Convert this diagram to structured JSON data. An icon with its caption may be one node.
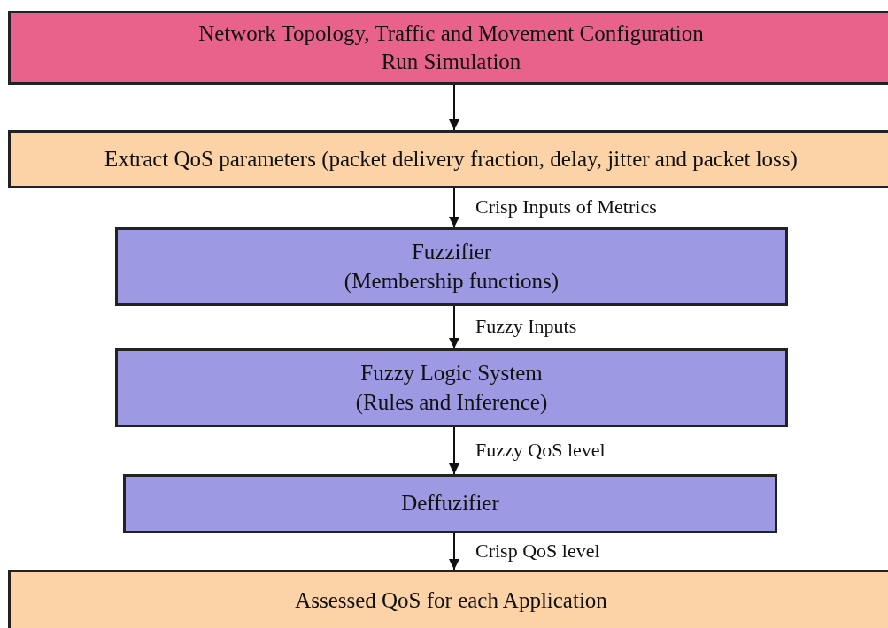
{
  "diagram": {
    "nodes": [
      {
        "text": [
          "Network Topology, Traffic and Movement Configuration",
          "Run Simulation"
        ]
      },
      {
        "text": [
          "Extract QoS parameters (packet delivery fraction, delay, jitter and packet loss)"
        ]
      },
      {
        "text": [
          "Fuzzifier",
          "(Membership functions)"
        ]
      },
      {
        "text": [
          "Fuzzy Logic System",
          "(Rules and Inference)"
        ]
      },
      {
        "text": [
          "Deffuzifier"
        ]
      },
      {
        "text": [
          "Assessed QoS for each Application"
        ]
      }
    ],
    "edges": [
      {
        "from": 0,
        "to": 1,
        "arrow": "to"
      },
      {
        "from": 1,
        "to": 2,
        "arrow": "to",
        "label": "Crisp Inputs of Metrics"
      },
      {
        "from": 2,
        "to": 3,
        "arrow": "to",
        "label": "Fuzzy Inputs"
      },
      {
        "from": 3,
        "to": 4,
        "arrow": "to",
        "label": "Fuzzy QoS level"
      },
      {
        "from": 4,
        "to": 5,
        "arrow": "to",
        "label": "Crisp QoS level"
      }
    ]
  }
}
